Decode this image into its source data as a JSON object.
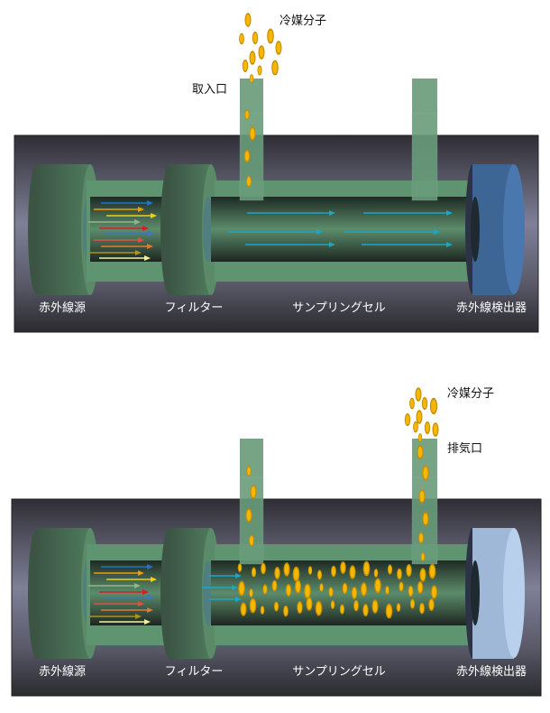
{
  "panels": [
    {
      "state": "intake",
      "labels": {
        "source": "赤外線源",
        "filter": "フィルター",
        "cell": "サンプリングセル",
        "detector": "赤外線検出器"
      },
      "molecule_label": "冷媒分子",
      "port_label": "取入口"
    },
    {
      "state": "absorbing",
      "labels": {
        "source": "赤外線源",
        "filter": "フィルター",
        "cell": "サンプリングセル",
        "detector": "赤外線検出器"
      },
      "molecule_label": "冷媒分子",
      "port_label": "排気口"
    }
  ],
  "colors": {
    "tube_green": "#5e9470",
    "molecule": "#e8a900",
    "ir_beam": "#1aa6c8",
    "detector_top": "#4a78ae",
    "detector_bottom": "#b9d0ec",
    "spectrum": [
      "#1e73c8",
      "#e8a000",
      "#f0d010",
      "#8fb88a",
      "#d0202a",
      "#3a78c0",
      "#e05040",
      "#e07a30",
      "#b09020",
      "#f0f0a0"
    ]
  }
}
